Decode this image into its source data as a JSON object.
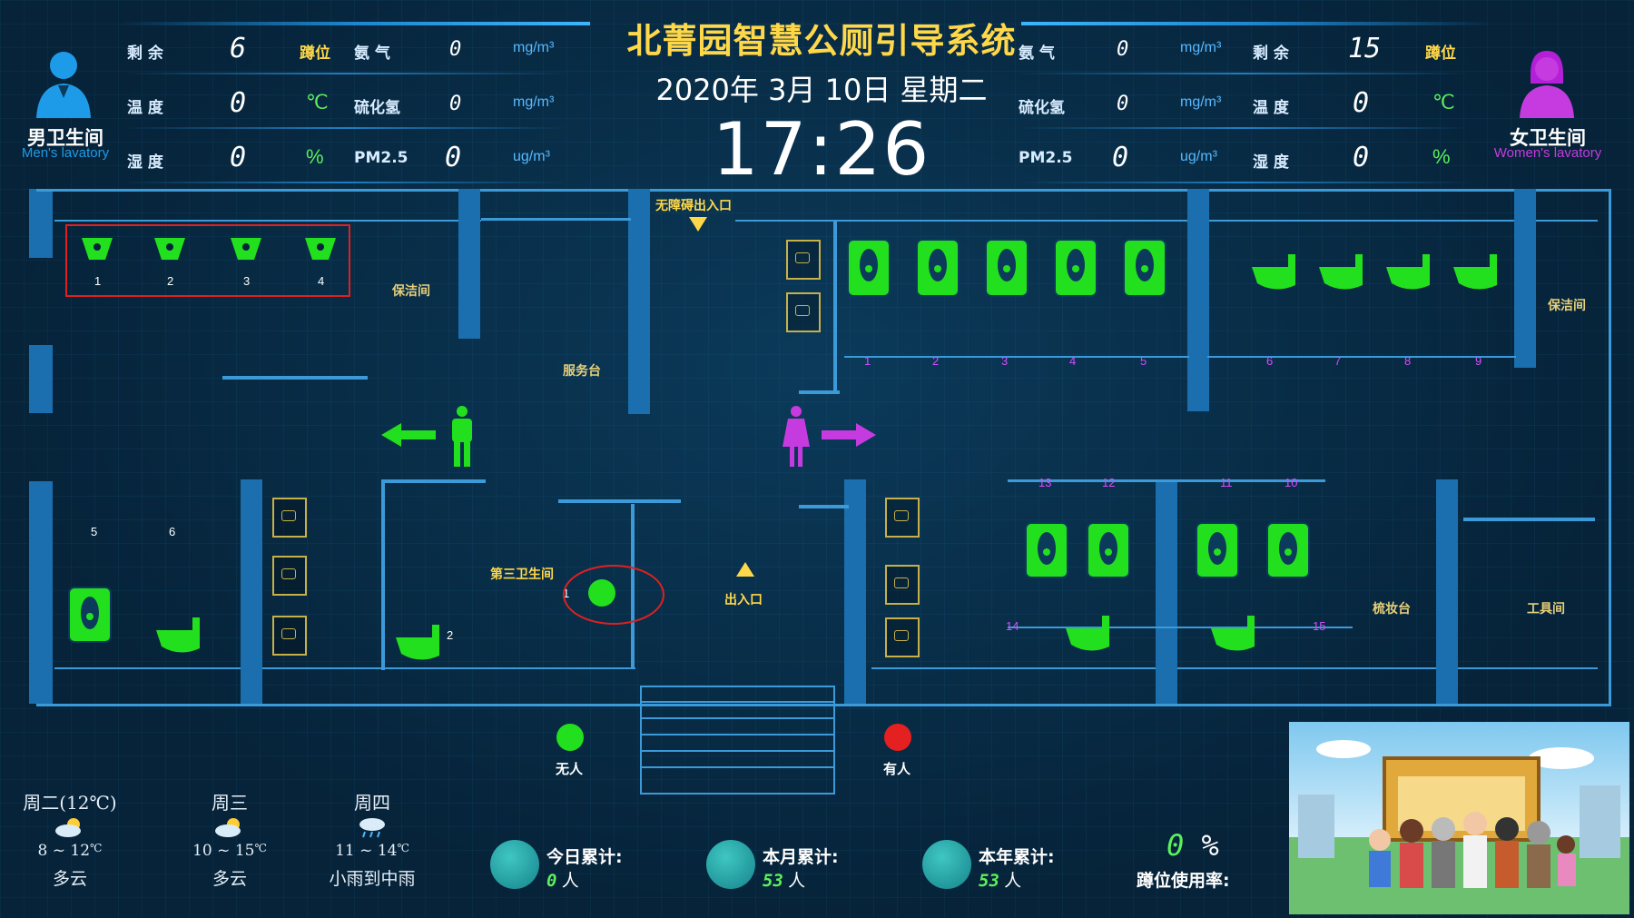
{
  "header": {
    "title": "北菁园智慧公厕引导系统",
    "date": "2020年 3月 10日 星期二",
    "time": "17:26"
  },
  "mens": {
    "label": "男卫生间",
    "label_en": "Men's lavatory",
    "remaining_label": "剩  余",
    "remaining_value": "6",
    "remaining_unit": "蹲位",
    "temp_label": "温  度",
    "temp_value": "0",
    "temp_unit": "℃",
    "humidity_label": "湿  度",
    "humidity_value": "0",
    "humidity_unit": "%",
    "ammonia_label": "氨  气",
    "ammonia_value": "0",
    "ammonia_unit": "mg/m³",
    "h2s_label": "硫化氢",
    "h2s_value": "0",
    "h2s_unit": "mg/m³",
    "pm_label": "PM2.5",
    "pm_value": "0",
    "pm_unit": "ug/m³"
  },
  "womens": {
    "label": "女卫生间",
    "label_en": "Women's lavatory",
    "remaining_label": "剩  余",
    "remaining_value": "15",
    "remaining_unit": "蹲位",
    "temp_label": "温  度",
    "temp_value": "0",
    "temp_unit": "℃",
    "humidity_label": "湿  度",
    "humidity_value": "0",
    "humidity_unit": "%",
    "ammonia_label": "氨  气",
    "ammonia_value": "0",
    "ammonia_unit": "mg/m³",
    "h2s_label": "硫化氢",
    "h2s_value": "0",
    "h2s_unit": "mg/m³",
    "pm_label": "PM2.5",
    "pm_value": "0",
    "pm_unit": "ug/m³"
  },
  "plan": {
    "accessible_entrance": "无障碍出入口",
    "service_desk": "服务台",
    "cleaning_room_left": "保洁间",
    "cleaning_room_right": "保洁间",
    "third_restroom": "第三卫生间",
    "entrance": "出入口",
    "vanity": "梳妆台",
    "tool_room": "工具间",
    "urinal_numbers": [
      "1",
      "2",
      "3",
      "4"
    ],
    "mens_stall_numbers": [
      "5",
      "6"
    ],
    "third_numbers": [
      "1",
      "2"
    ],
    "womens_top_numbers": [
      "1",
      "2",
      "3",
      "4",
      "5",
      "6",
      "7",
      "8",
      "9"
    ],
    "womens_bottom_numbers": [
      "13",
      "12",
      "11",
      "10",
      "14",
      "15"
    ],
    "colors": {
      "vacant": "#22e01e",
      "occupied": "#e52020",
      "male": "#22e01e",
      "female": "#c63be0",
      "wall": "#1b6fae"
    }
  },
  "legend": {
    "vacant": "无人",
    "occupied": "有人"
  },
  "weather": [
    {
      "day": "周二(12℃)",
      "low": "8",
      "high": "12",
      "unit": "℃",
      "desc": "多云",
      "icon": "cloudy-icon"
    },
    {
      "day": "周三",
      "low": "10",
      "high": "15",
      "unit": "℃",
      "desc": "多云",
      "icon": "cloudy-icon"
    },
    {
      "day": "周四",
      "low": "11",
      "high": "14",
      "unit": "℃",
      "desc": "小雨到中雨",
      "icon": "rain-icon"
    }
  ],
  "stats": {
    "today_label": "今日累计:",
    "today_value": "0",
    "month_label": "本月累计:",
    "month_value": "53",
    "year_label": "本年累计:",
    "year_value": "53",
    "people_unit": "人",
    "usage_value": "0",
    "usage_unit": "%",
    "usage_label": "蹲位使用率:"
  }
}
